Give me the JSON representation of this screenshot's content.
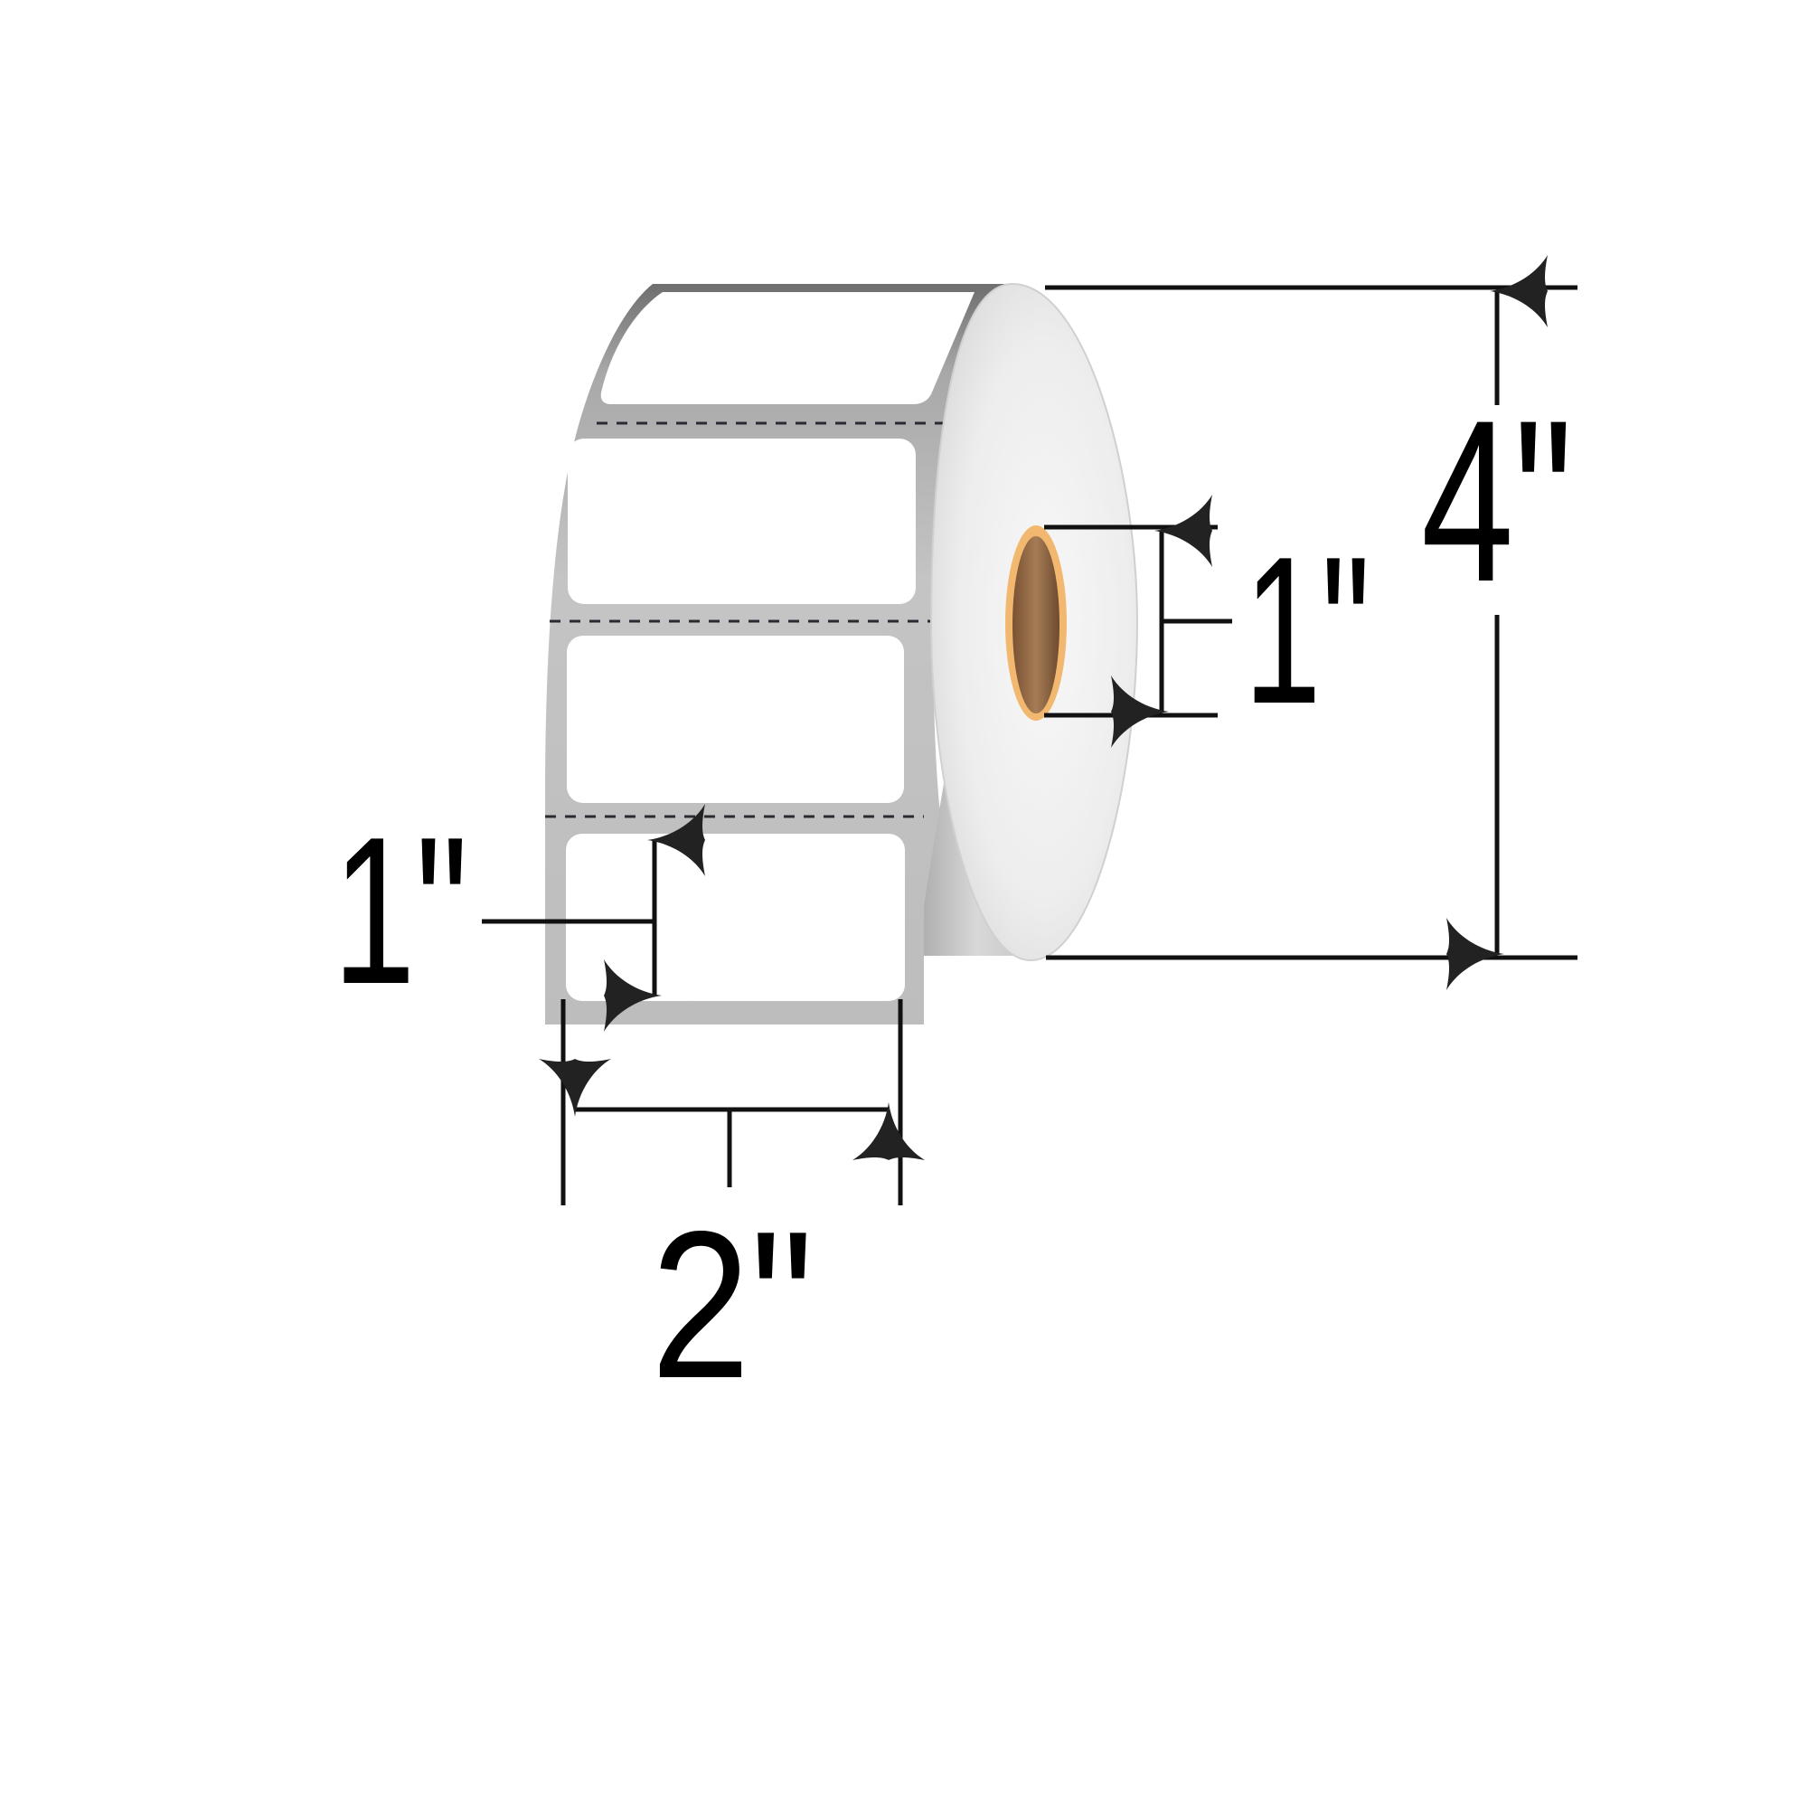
{
  "diagram": {
    "subject": "Label roll",
    "colors": {
      "background": "#ffffff",
      "line": "#111111",
      "liner": "#b8b8b8",
      "liner_dark": "#7a7a7a",
      "label": "#ffffff",
      "roll_face": "#ececec",
      "core_rim": "#f2b870",
      "core_inner": "#8d6442"
    },
    "dimensions": {
      "roll_outer_diameter": {
        "label": "4\"",
        "value": 4,
        "unit": "in"
      },
      "core_diameter": {
        "label": "1\"",
        "value": 1,
        "unit": "in"
      },
      "label_width": {
        "label": "2\"",
        "value": 2,
        "unit": "in"
      },
      "label_height": {
        "label": "1\"",
        "value": 1,
        "unit": "in"
      }
    },
    "visible_labels_count": 4
  }
}
